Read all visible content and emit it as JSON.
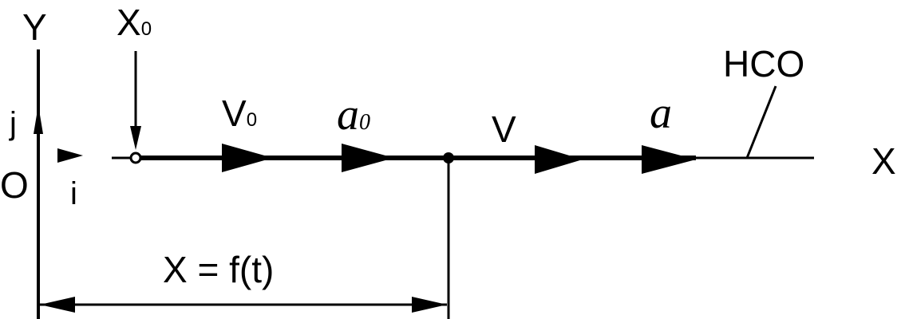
{
  "axes": {
    "y_label": "Y",
    "x_label": "X",
    "origin_label": "O",
    "unit_j": "j",
    "unit_i": "i"
  },
  "start_point": {
    "label_main": "X",
    "label_sub": "0"
  },
  "vectors": {
    "v0_main": "V",
    "v0_sub": "0",
    "a0_main": "a",
    "a0_sub": "0",
    "v": "V",
    "a": "a"
  },
  "trajectory_label": "HCO",
  "distance_label": "X = f(t)",
  "colors": {
    "stroke": "#000000"
  }
}
